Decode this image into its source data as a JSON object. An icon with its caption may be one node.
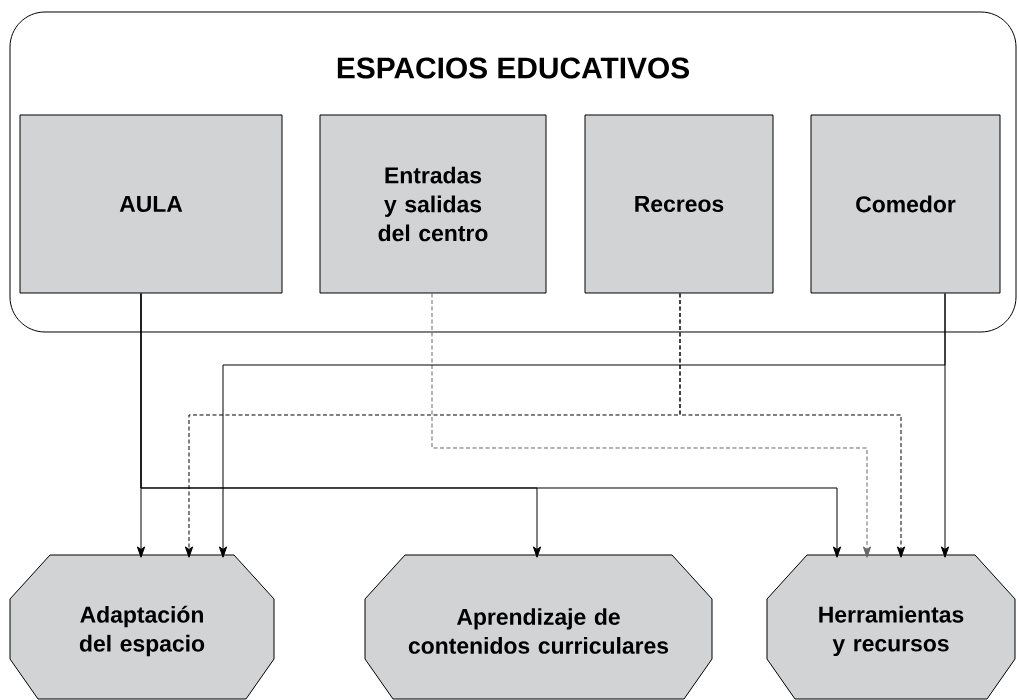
{
  "diagram": {
    "nodes": [
      {
        "text": [
          "ESPACIOS EDUCATIVOS"
        ]
      },
      {
        "text": [
          "AULA"
        ],
        "in": 0
      },
      {
        "text": [
          "Entradas y salidas del centro"
        ],
        "in": 0
      },
      {
        "text": [
          "Recreos"
        ],
        "in": 0
      },
      {
        "text": [
          "Comedor"
        ],
        "in": 0
      },
      {
        "text": [
          "Adaptación del espacio"
        ]
      },
      {
        "text": [
          "Aprendizaje de contenidos curriculares"
        ]
      },
      {
        "text": [
          "Herramientas y recursos"
        ]
      }
    ],
    "edges": [
      {
        "from": 1,
        "to": 5,
        "arrow": "to"
      },
      {
        "from": 1,
        "to": 6,
        "arrow": "to"
      },
      {
        "from": 1,
        "to": 7,
        "arrow": "to"
      },
      {
        "from": 2,
        "to": 7,
        "arrow": "to",
        "style": "dashed",
        "color": "#666666"
      },
      {
        "from": 3,
        "to": 5,
        "arrow": "to",
        "style": "dashed"
      },
      {
        "from": 3,
        "to": 7,
        "arrow": "to",
        "style": "dashed"
      },
      {
        "from": 4,
        "to": 5,
        "arrow": "to"
      },
      {
        "from": 4,
        "to": 7,
        "arrow": "to"
      }
    ]
  }
}
